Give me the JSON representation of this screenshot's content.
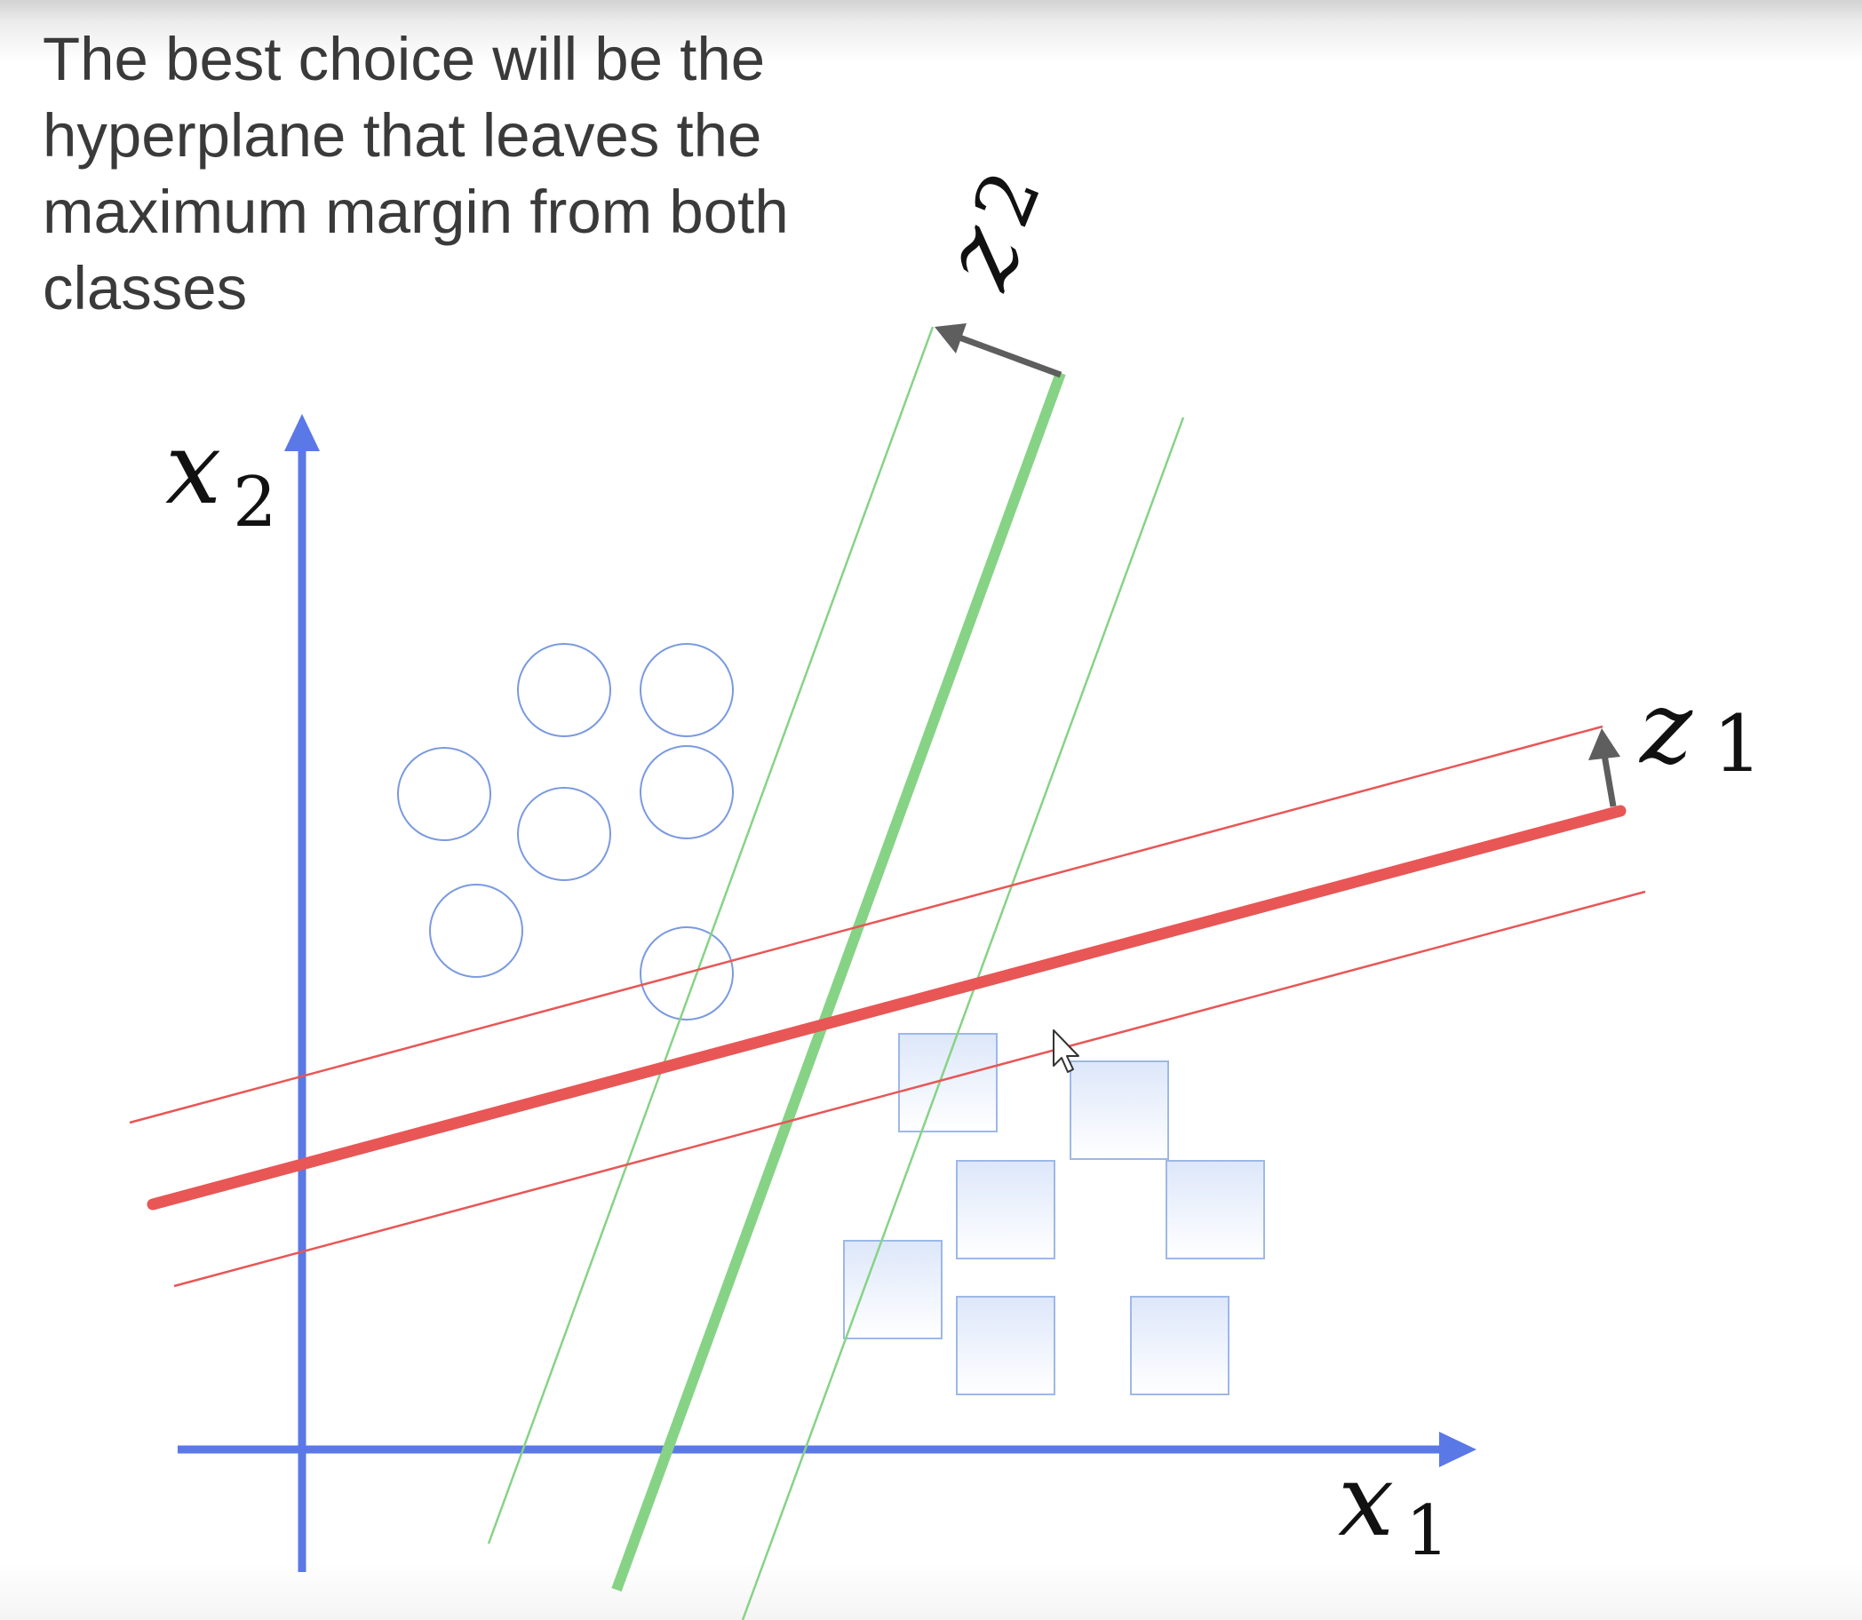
{
  "caption": {
    "lines": [
      "The best choice will be the",
      "hyperplane that leaves the",
      "maximum margin from both",
      "classes"
    ]
  },
  "axes": {
    "x": {
      "var": "x",
      "sub": "1"
    },
    "y": {
      "var": "x",
      "sub": "2"
    }
  },
  "margins": {
    "z1": {
      "var": "z",
      "sub": "1"
    },
    "z2": {
      "var": "z",
      "sub": "2"
    }
  },
  "colors": {
    "axis": "#5a78e6",
    "red_hyperplane": "#e85656",
    "green_hyperplane": "#86d386",
    "circle_stroke": "#7a9ae0",
    "square_stroke": "#9db8e8",
    "square_fill_top": "#dde7fa",
    "square_fill_bottom": "#ffffff",
    "arrow": "#5e5e5e"
  },
  "icons": [
    "mouse-cursor-icon"
  ]
}
